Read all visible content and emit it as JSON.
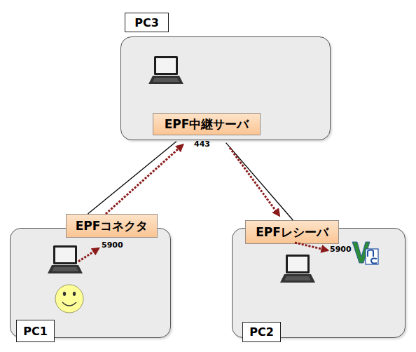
{
  "diagram": {
    "nodes": [
      {
        "text": [
          "PC3"
        ]
      },
      {
        "text": [
          "EPF中継サーバ"
        ],
        "in": 0
      },
      {
        "text": [
          "PC1"
        ]
      },
      {
        "text": [
          "EPFコネクタ"
        ],
        "in": 2
      },
      {
        "text": [
          "PC2"
        ]
      },
      {
        "text": [
          "EPFレシーバ"
        ],
        "in": 4
      }
    ],
    "edges": [
      {
        "from": 1,
        "to": 3,
        "arrow": "none"
      },
      {
        "from": 3,
        "to": 1,
        "arrow": "to"
      },
      {
        "from": 1,
        "to": 5,
        "arrow": "none"
      },
      {
        "from": 1,
        "to": 5,
        "arrow": "to"
      }
    ],
    "labels": [
      "443",
      "5900",
      "5900"
    ]
  }
}
